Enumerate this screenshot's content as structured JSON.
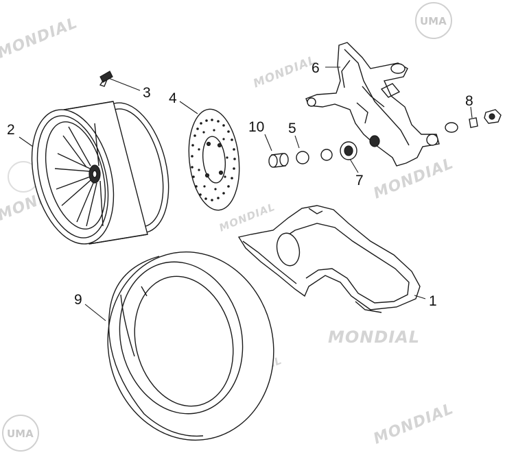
{
  "watermarks": {
    "brand_text": "MONDIAL",
    "logo_text": "UMA"
  },
  "callouts": [
    {
      "id": "1",
      "text": "1"
    },
    {
      "id": "2",
      "text": "2"
    },
    {
      "id": "3",
      "text": "3"
    },
    {
      "id": "4",
      "text": "4"
    },
    {
      "id": "5",
      "text": "5"
    },
    {
      "id": "6",
      "text": "6"
    },
    {
      "id": "7",
      "text": "7"
    },
    {
      "id": "8",
      "text": "8"
    },
    {
      "id": "9",
      "text": "9"
    },
    {
      "id": "10",
      "text": "10"
    }
  ]
}
